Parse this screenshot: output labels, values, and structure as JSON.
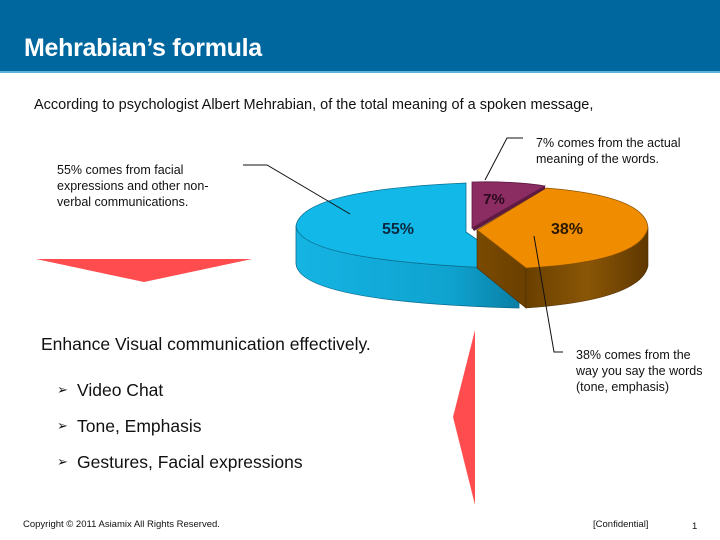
{
  "slide": {
    "title": "Mehrabian’s formula",
    "intro": "According to psychologist Albert Mehrabian, of the total meaning of a spoken message,",
    "colors": {
      "header_bg": "#00669E",
      "header_rule": "#5AB0D6",
      "arrow_red": "#FF4D4F"
    }
  },
  "callouts": {
    "nonverbal": "55% comes from facial expressions and other non-verbal communications.",
    "words": "7% comes from the actual meaning of the words.",
    "tone": "38% comes from the way you say the words (tone, emphasis)"
  },
  "body": {
    "heading": "Enhance Visual communication effectively.",
    "bullet_icon": "arrowhead-bullet-icon",
    "bullets": [
      "Video Chat",
      "Tone, Emphasis",
      "Gestures, Facial expressions"
    ]
  },
  "footer": {
    "copyright": "Copyright © 2011 Asiamix All Rights Reserved.",
    "confidential": "[Confidential]",
    "page_number": "1"
  },
  "chart_data": {
    "type": "pie",
    "title": "",
    "categories": [
      "Non-verbal (facial expressions)",
      "Words (actual meaning)",
      "Tone of voice (tone, emphasis)"
    ],
    "values": [
      55,
      7,
      38
    ],
    "labels": [
      "55%",
      "7%",
      "38%"
    ],
    "colors": [
      "#12B8E8",
      "#8B2C62",
      "#F08C00"
    ],
    "style": "3d-exploded",
    "legend": "none (callout annotations)"
  }
}
